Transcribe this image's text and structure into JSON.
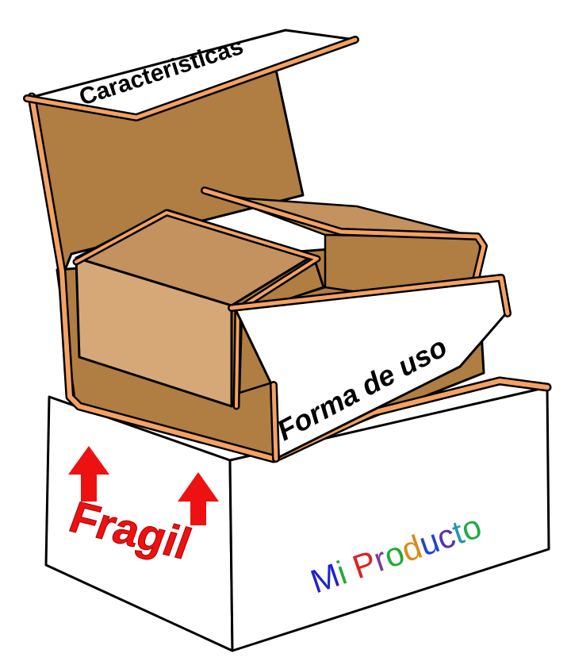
{
  "labels": {
    "top_flap": "Caracteristicas",
    "front_flap": "Forma de uso",
    "side_left": "Fragil",
    "product": [
      "M",
      "i",
      " ",
      "P",
      "r",
      "o",
      "d",
      "u",
      "c",
      "t",
      "o"
    ]
  },
  "colors": {
    "outline": "#000000",
    "box_white": "#ffffff",
    "rim_orange": "#f3a263",
    "cardboard_dark": "#b07e42",
    "cardboard_mid": "#c4925e",
    "cardboard_light": "#d7a877",
    "fragile_red": "#ee1111",
    "product_letters": [
      "#2222cc",
      "#22aa33",
      "#2222cc",
      "#dd2222",
      "#7a3d99",
      "#22aa33",
      "#d98a1a",
      "#2244cc",
      "#5533aa",
      "#2299aa",
      "#22aa44"
    ]
  },
  "icons": {
    "arrow_left": "up-arrow-icon",
    "arrow_right": "up-arrow-icon"
  }
}
